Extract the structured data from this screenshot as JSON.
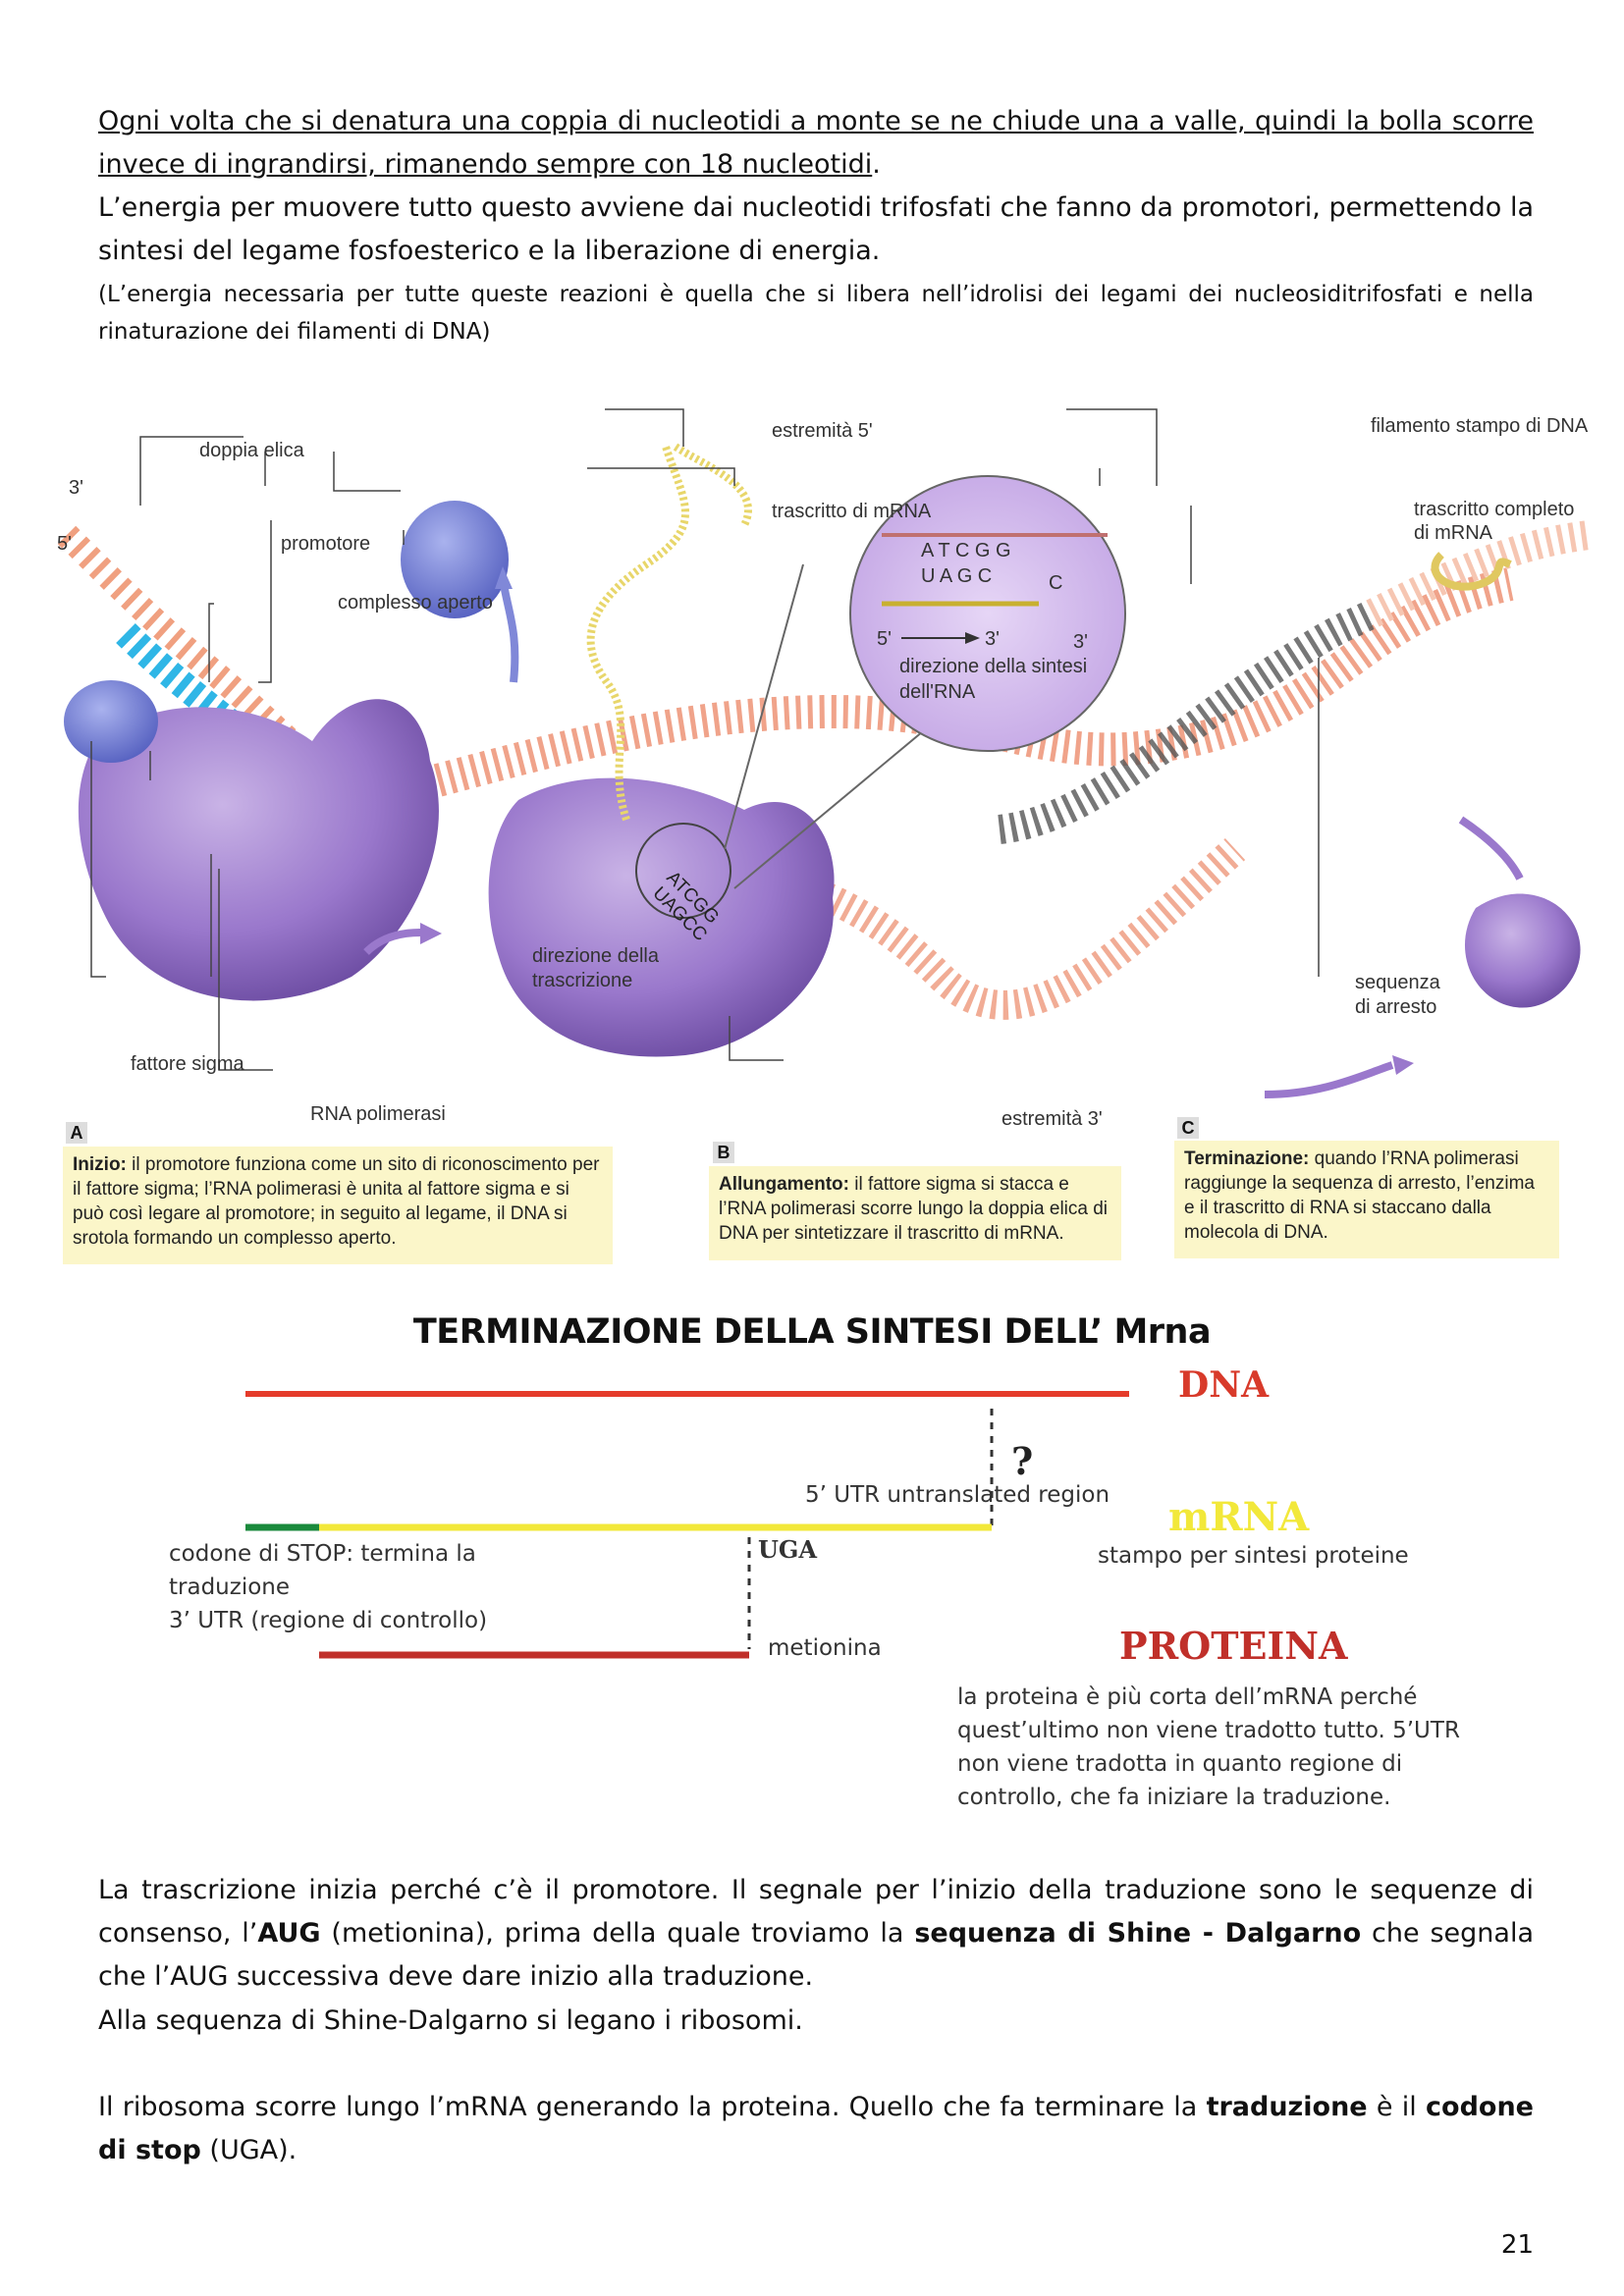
{
  "para1_underlined": "Ogni volta che si denatura una coppia di nucleotidi a monte se ne chiude una a valle, quindi la bolla scorre invece di ingrandirsi, rimanendo sempre con 18 nucleotidi",
  "para1_end": ".",
  "para2": "L’energia per muovere tutto questo avviene dai nucleotidi trifosfati che fanno da promotori, permettendo la sintesi del legame fosfoesterico e la liberazione di energia.",
  "para3": "(L’energia necessaria per tutte queste reazioni è quella che si libera nell’idrolisi dei legami dei nucleosiditrifosfati e nella rinaturazione dei filamenti di DNA)",
  "figure": {
    "labels": {
      "doppia_elica": "doppia elica",
      "three": "3'",
      "five": "5'",
      "promotore": "promotore",
      "complesso_aperto": "complesso aperto",
      "fattore_sigma": "fattore sigma",
      "rna_polimerasi": "RNA polimerasi",
      "direzione_trascrizione_1": "direzione della",
      "direzione_trascrizione_2": "trascrizione",
      "estremita_5": "estremità 5'",
      "trascritto_mrna": "trascritto di mRNA",
      "filamento_stampo": "filamento stampo di DNA",
      "trascritto_completo_1": "trascritto completo",
      "trascritto_completo_2": "di mRNA",
      "dna_letters": "A  T  C  G  G",
      "rna_letters": "U  A  G  C",
      "rna_c": "C",
      "inset_5": "5'",
      "inset_3": "3'",
      "inset_3b": "3'",
      "direzione_sintesi_1": "direzione della sintesi",
      "direzione_sintesi_2": "dell'RNA",
      "bubble_dna": "ATCGG",
      "bubble_rna": "UAGCC",
      "sequenza_arresto_1": "sequenza",
      "sequenza_arresto_2": "di arresto",
      "estremita_3": "estremità 3'"
    },
    "captions": {
      "a_letter": "A",
      "a_title": "Inizio:",
      "a_text": " il promotore funziona come un sito di riconoscimento per il fattore sigma; l’RNA polimerasi è unita al fattore sigma e si può così legare al promotore; in seguito al legame, il DNA si srotola formando un complesso aperto.",
      "b_letter": "B",
      "b_title": "Allungamento:",
      "b_text": " il fattore sigma si stacca e l’RNA polimerasi scorre lungo la doppia elica di DNA per sintetizzare il trascritto di mRNA.",
      "c_letter": "C",
      "c_title": "Terminazione:",
      "c_text": " quando l’RNA polimerasi raggiunge la sequenza di arresto, l’enzima e il trascritto di RNA si staccano dalla molecola di DNA."
    }
  },
  "section_title": "TERMINAZIONE DELLA SINTESI DELL’ Mrna",
  "diagram": {
    "dna": "DNA",
    "question": "?",
    "utr5": "5’ UTR untranslated region",
    "mrna": "mRNA",
    "stop_1": "codone di STOP: termina la",
    "stop_2": "traduzione",
    "utr3": "3’ UTR (regione di controllo)",
    "uga": "UGA",
    "stampo": "stampo per sintesi proteine",
    "metionina": "metionina",
    "proteina": "PROTEINA",
    "note_1": "la proteina è più corta dell’mRNA perché",
    "note_2": "quest’ultimo non viene tradotto tutto. 5’UTR",
    "note_3": "non viene tradotta in quanto regione di",
    "note_4": "controllo, che fa iniziare la traduzione.",
    "colors": {
      "dna": "#e53b2a",
      "mrna": "#f2e83a",
      "mrna_start": "#1a8a3c",
      "proteina": "#c0302a"
    }
  },
  "para4": {
    "t1": "La trascrizione inizia perché c’è il promotore. Il segnale per l’inizio della traduzione sono le sequenze di consenso, l’",
    "b1": "AUG",
    "t2": " (metionina), prima della quale troviamo la ",
    "b2": "sequenza di Shine - Dalgarno",
    "t3": " che segnala che l’AUG successiva deve dare inizio alla traduzione."
  },
  "para5": "Alla sequenza di Shine-Dalgarno si legano i ribosomi.",
  "para6": {
    "t1": "Il ribosoma scorre lungo l’mRNA generando la proteina. Quello che fa terminare la ",
    "b1": "traduzione",
    "t2": " è il ",
    "b2": "codone di stop",
    "t3": " (UGA)."
  },
  "page_number": "21"
}
